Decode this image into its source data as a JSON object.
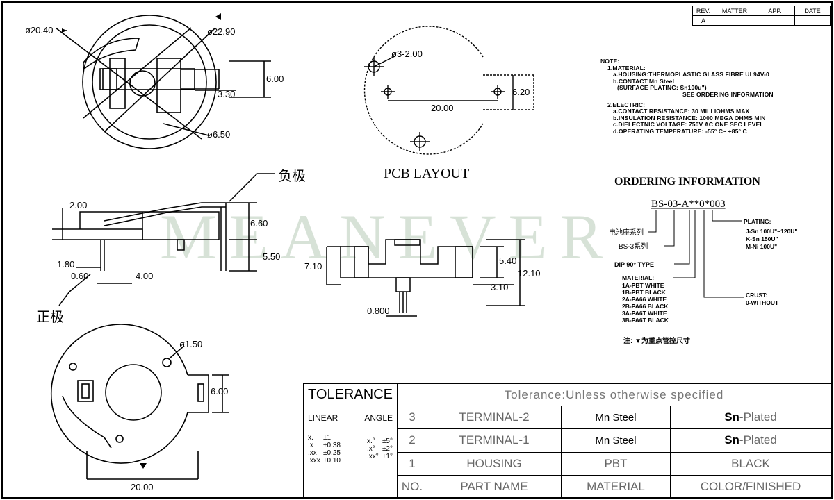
{
  "dimensions": {
    "d_20_40": "ø20.40",
    "d_22_90": "ø22.90",
    "d_6_00_top": "6.00",
    "d_3_30": "3.30",
    "d_6_50": "ø6.50",
    "d_3_2_00": "ø3-2.00",
    "d_6_20": "6.20",
    "d_20_00_pcb": "20.00",
    "d_2_00": "2.00",
    "d_6_60": "6.60",
    "d_1_80": "1.80",
    "d_5_50": "5.50",
    "d_0_60": "0.60",
    "d_4_00": "4.00",
    "d_7_10": "7.10",
    "d_5_40": "5.40",
    "d_12_10": "12.10",
    "d_3_10": "3.10",
    "d_0_800": "0.800",
    "d_1_50": "ø1.50",
    "d_6_00_bottom": "6.00",
    "d_20_00_bottom": "20.00"
  },
  "labels": {
    "pcb_layout": "PCB LAYOUT",
    "negative": "负极",
    "positive": "正极",
    "watermark": "MEANEVER"
  },
  "revision": {
    "headers": [
      "REV.",
      "MATTER",
      "APP.",
      "DATE"
    ],
    "rows": [
      [
        "A",
        "",
        "",
        ""
      ]
    ]
  },
  "notes": {
    "title": "NOTE:",
    "lines": [
      "1.MATERIAL:",
      "a.HOUSING:THERMOPLASTIC GLASS FIBRE UL94V-0",
      "b.CONTACT:Mn Steel",
      "(SURFACE PLATING: Sn100u\")",
      "SEE ORDERING INFORMATION",
      "2.ELECTRIC:",
      "a.CONTACT RESISTANCE: 30 MILLIOHMS MAX",
      "b.INSULATION RESISTANCE: 1000 MEGA OHMS MIN",
      "c.DIELECTNIC VOLTAGE: 750V AC ONE SEC LEVEL",
      "d.OPERATING TEMPERATURE: -55° C~ +85° C"
    ]
  },
  "ordering": {
    "title": "ORDERING INFORMATION",
    "code": "BS-03-A**0*003",
    "plating_title": "PLATING:",
    "plating": [
      "J-Sn 100U\"~120U\"",
      "K-Sn 150U\"",
      "M-Ni 100U\""
    ],
    "series_cn": "电池座系列",
    "series_bs3": "BS-3系列",
    "dip": "DIP 90° TYPE",
    "material_title": "MATERIAL:",
    "materials": [
      "1A-PBT WHITE",
      "1B-PBT BLACK",
      "2A-PA66 WHITE",
      "2B-PA66 BLACK",
      "3A-PA6T WHITE",
      "3B-PA6T BLACK"
    ],
    "crust_title": "CRUST:",
    "crust": "0-WITHOUT",
    "footnote": "注: ▼为重点管控尺寸"
  },
  "tolerance": {
    "title": "TOLERANCE",
    "subtitle": "Tolerance:Unless otherwise specified",
    "linear": "LINEAR",
    "angle": "ANGLE",
    "linear_rows": [
      [
        "x.",
        "±1"
      ],
      [
        ".x",
        "±0.38"
      ],
      [
        ".xx",
        "±0.25"
      ],
      [
        ".xxx",
        "±0.10"
      ]
    ],
    "angle_rows": [
      [
        "x.°",
        "±5°"
      ],
      [
        ".x°",
        "±2°"
      ],
      [
        ".xx°",
        "±1°"
      ]
    ],
    "rows": [
      {
        "no": "3",
        "part": "TERMINAL-2",
        "material": "Mn Steel",
        "color_bold": "Sn",
        "color_rest": "-Plated"
      },
      {
        "no": "2",
        "part": "TERMINAL-1",
        "material": "Mn Steel",
        "color_bold": "Sn",
        "color_rest": "-Plated"
      },
      {
        "no": "1",
        "part": "HOUSING",
        "material": "PBT",
        "color_bold": "",
        "color_rest": "BLACK"
      }
    ],
    "header": {
      "no": "NO.",
      "part": "PART NAME",
      "material": "MATERIAL",
      "color": "COLOR/FINISHED"
    }
  }
}
